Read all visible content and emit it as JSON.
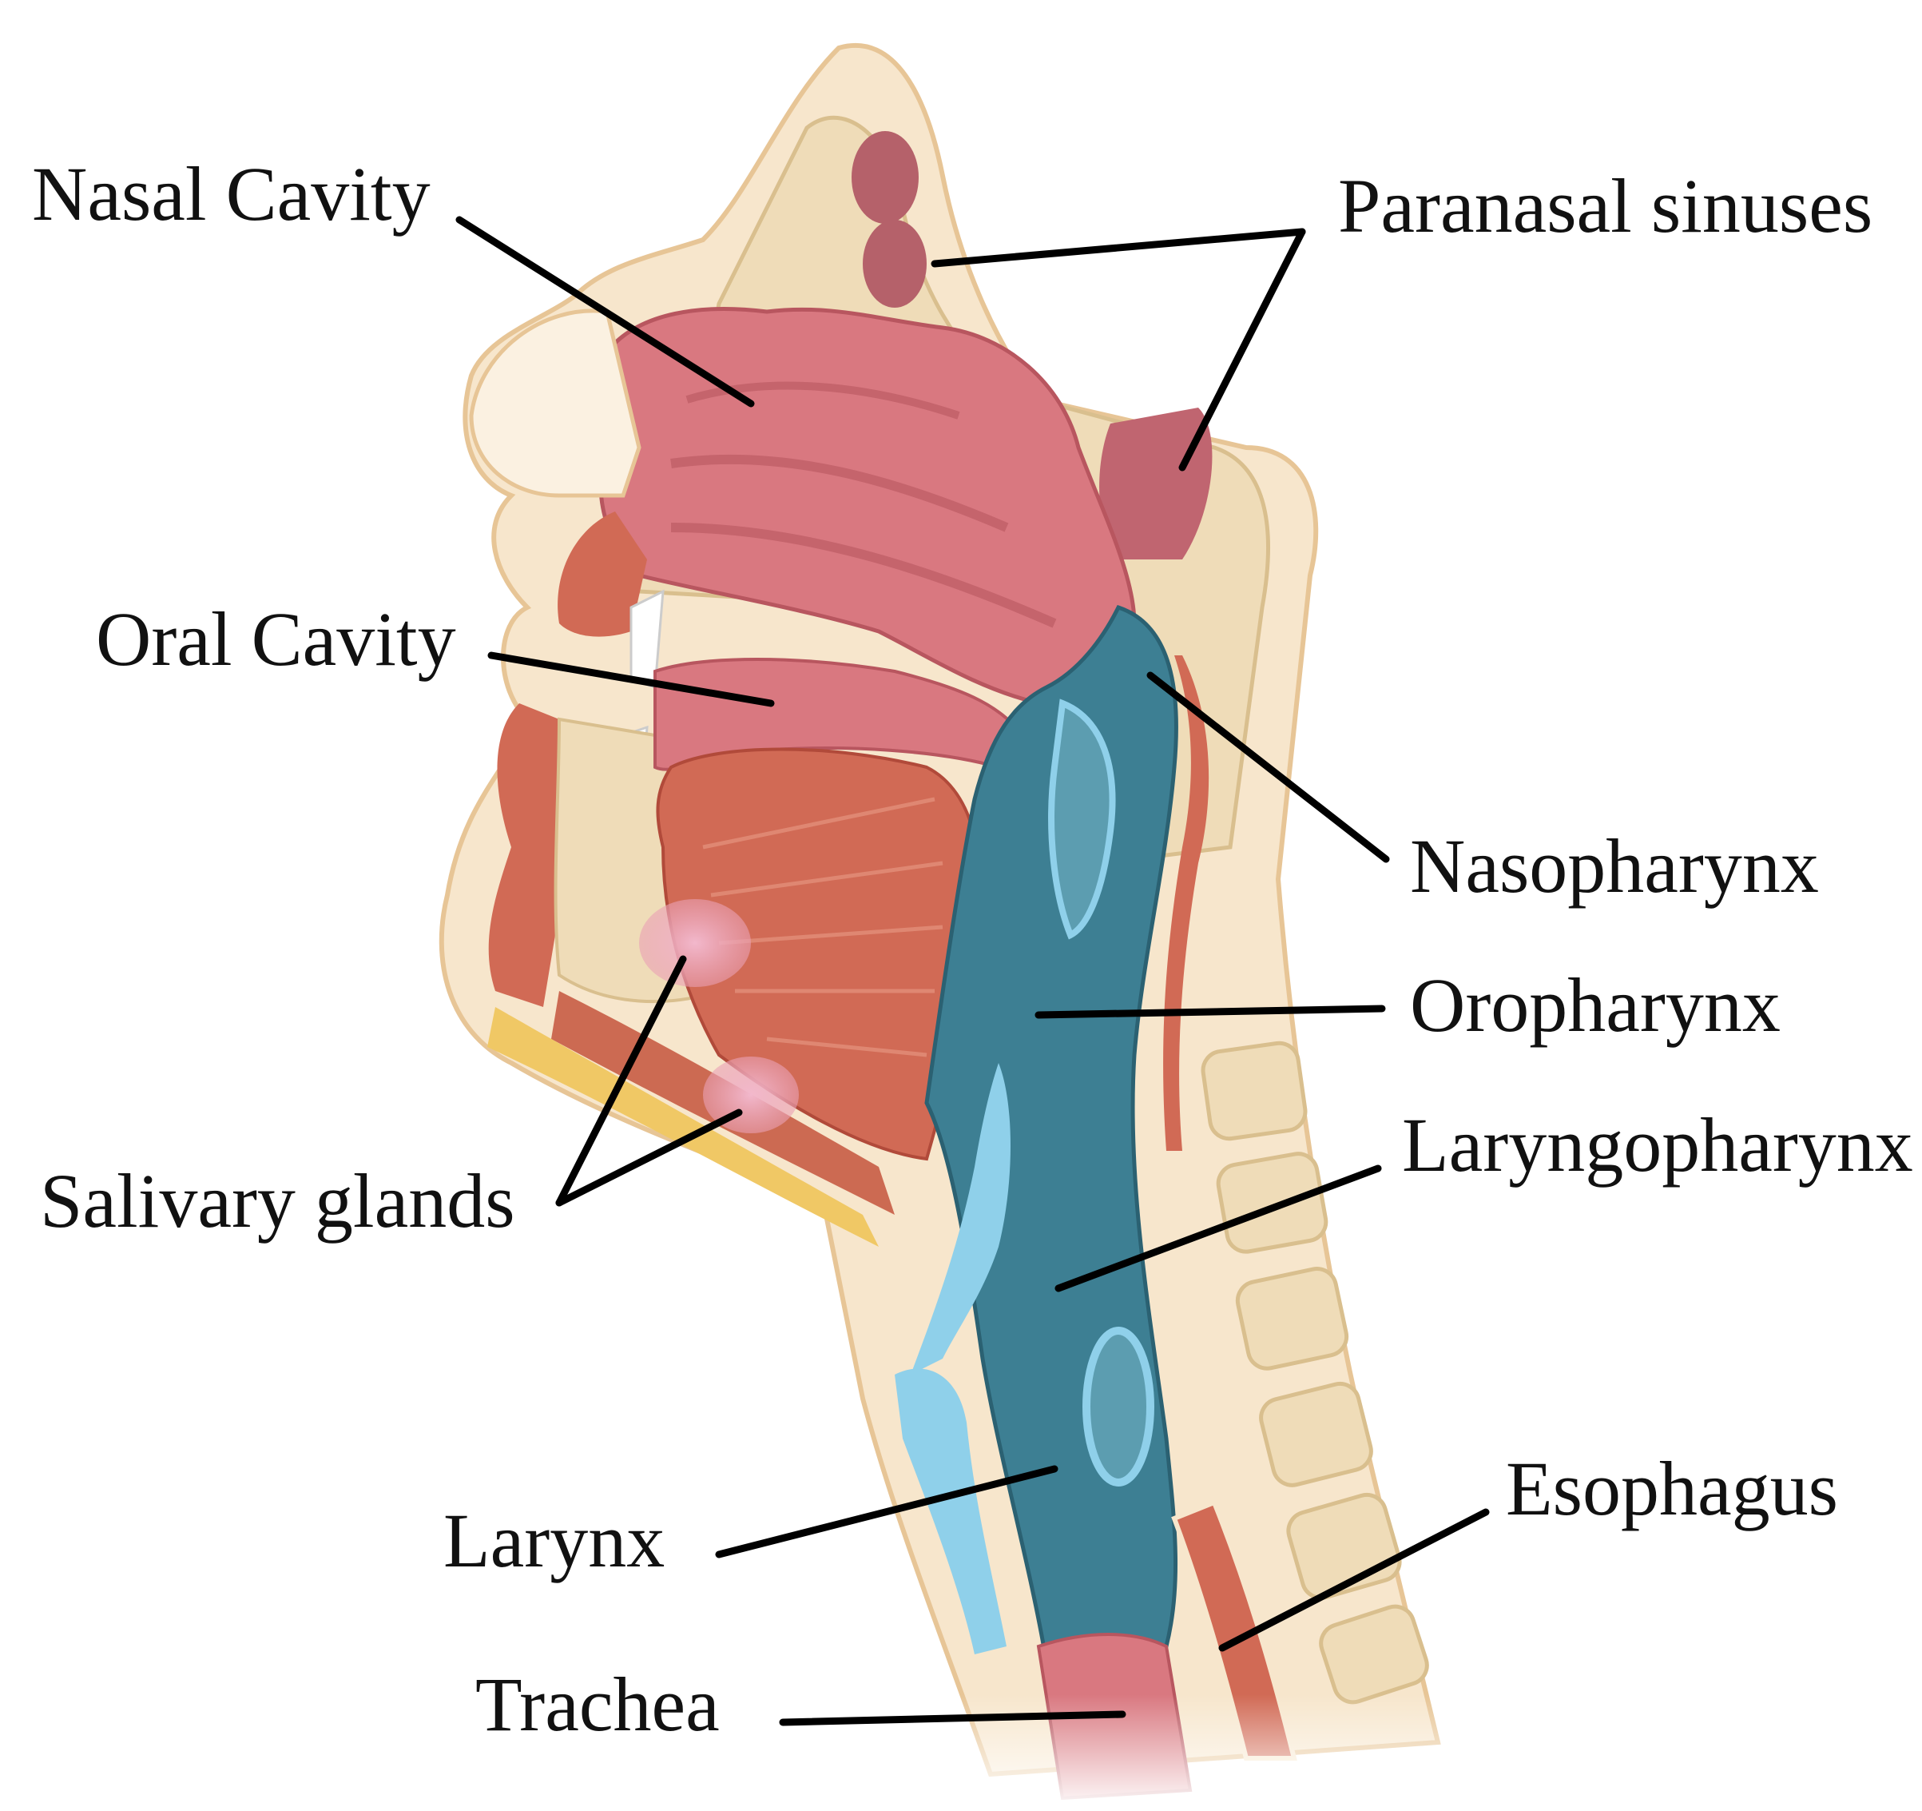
{
  "labels": {
    "nasal_cavity": "Nasal Cavity",
    "paranasal_sinuses": "Paranasal sinuses",
    "oral_cavity": "Oral Cavity",
    "nasopharynx": "Nasopharynx",
    "oropharynx": "Oropharynx",
    "laryngopharynx": "Laryngopharynx",
    "salivary_glands": "Salivary glands",
    "larynx": "Larynx",
    "esophagus": "Esophagus",
    "trachea": "Trachea"
  },
  "colors": {
    "background": "#ffffff",
    "skin": "#f7e6cc",
    "bone": "#efdcb8",
    "mucosa": "#d97880",
    "muscle": "#d16a55",
    "pharynx": "#3d7f93",
    "cartilage_light": "#8fd0ea",
    "fat": "#f0c865",
    "leader_line": "#000000",
    "text": "#111111"
  }
}
